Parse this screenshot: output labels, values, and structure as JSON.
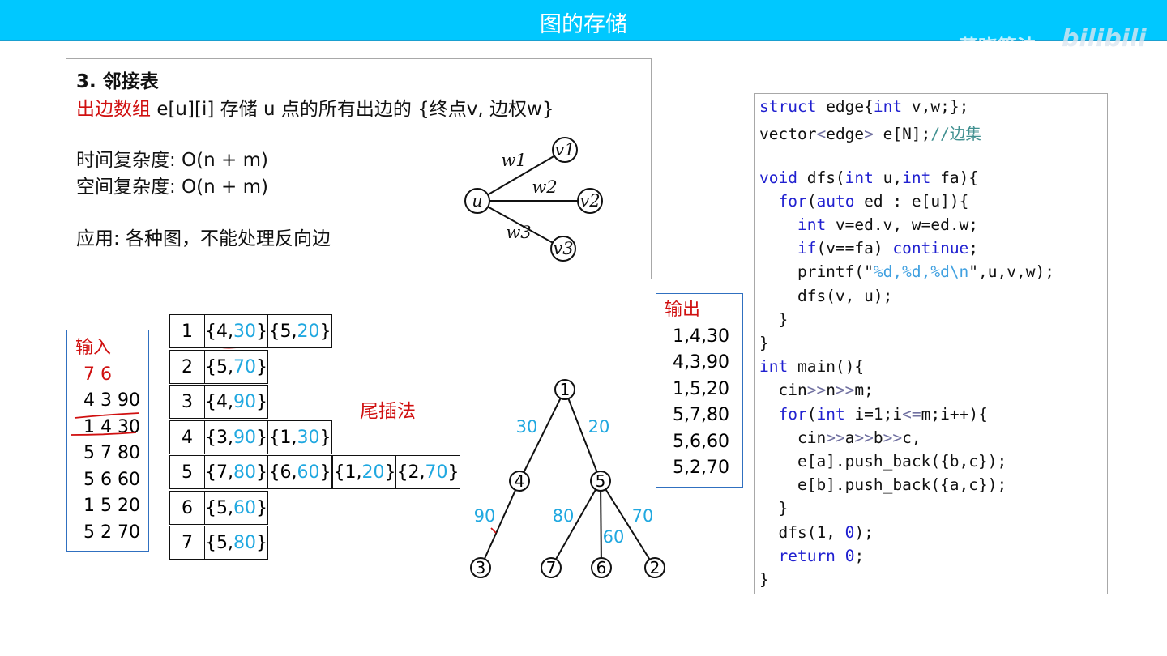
{
  "header": {
    "title": "图的存储",
    "watermark": "董晓算法",
    "logo": "bilibili"
  },
  "top": {
    "heading": "3. 邻接表",
    "line1_red": "出边数组",
    "line1_rest": "e[u][i] 存储 u 点的所有出边的 {终点v, 边权w}",
    "time": "时间复杂度:  O(n + m)",
    "space": "空间复杂度:  O(n + m)",
    "app": "应用: 各种图，不能处理反向边",
    "diagram": {
      "u": "u",
      "v1": "v1",
      "v2": "v2",
      "v3": "v3",
      "w1": "w1",
      "w2": "w2",
      "w3": "w3"
    }
  },
  "input": {
    "title": "输入",
    "lines": [
      "7 6",
      "4 3 90",
      "1 4 30",
      "5 7 80",
      "5 6 60",
      "1 5 20",
      "5 2 70"
    ]
  },
  "output": {
    "title": "输出",
    "lines": [
      "1,4,30",
      "4,3,90",
      "1,5,20",
      "5,7,80",
      "5,6,60",
      "5,2,70"
    ]
  },
  "method": "尾插法",
  "table": [
    {
      "u": "1",
      "edges": [
        [
          "4",
          "30"
        ],
        [
          "5",
          "20"
        ]
      ]
    },
    {
      "u": "2",
      "edges": [
        [
          "5",
          "70"
        ]
      ]
    },
    {
      "u": "3",
      "edges": [
        [
          "4",
          "90"
        ]
      ]
    },
    {
      "u": "4",
      "edges": [
        [
          "3",
          "90"
        ],
        [
          "1",
          "30"
        ]
      ]
    },
    {
      "u": "5",
      "edges": [
        [
          "7",
          "80"
        ],
        [
          "6",
          "60"
        ],
        [
          "1",
          "20"
        ],
        [
          "2",
          "70"
        ]
      ]
    },
    {
      "u": "6",
      "edges": [
        [
          "5",
          "60"
        ]
      ]
    },
    {
      "u": "7",
      "edges": [
        [
          "5",
          "80"
        ]
      ]
    }
  ],
  "tree": {
    "nodes": [
      "1",
      "4",
      "5",
      "3",
      "7",
      "6",
      "2"
    ],
    "weights": [
      "30",
      "20",
      "90",
      "80",
      "60",
      "70"
    ]
  },
  "code": [
    [
      [
        "struct",
        "kw"
      ],
      [
        " edge{",
        ""
      ],
      [
        "int",
        "kw"
      ],
      [
        " v,w;};",
        ""
      ]
    ],
    [
      [
        "vector",
        ""
      ],
      [
        "<",
        "op"
      ],
      [
        "edge",
        ""
      ],
      [
        ">",
        "op"
      ],
      [
        " e[N];",
        ""
      ],
      [
        "//边集",
        "cm"
      ]
    ],
    [],
    [
      [
        "void",
        "kw"
      ],
      [
        " dfs(",
        ""
      ],
      [
        "int",
        "kw"
      ],
      [
        " u,",
        ""
      ],
      [
        "int",
        "kw"
      ],
      [
        " fa){",
        ""
      ]
    ],
    [
      [
        "  ",
        ""
      ],
      [
        "for",
        "kw"
      ],
      [
        "(",
        ""
      ],
      [
        "auto",
        "kw"
      ],
      [
        " ed : e[u]){",
        ""
      ]
    ],
    [
      [
        "    ",
        ""
      ],
      [
        "int",
        "kw"
      ],
      [
        " v=ed.v, w=ed.w;",
        ""
      ]
    ],
    [
      [
        "    ",
        ""
      ],
      [
        "if",
        "kw"
      ],
      [
        "(v==fa) ",
        ""
      ],
      [
        "continue",
        "kw"
      ],
      [
        ";",
        ""
      ]
    ],
    [
      [
        "    printf(\"",
        ""
      ],
      [
        "%d,%d,%d\\n",
        "str"
      ],
      [
        "\",u,v,w);",
        ""
      ]
    ],
    [
      [
        "    dfs(v, u);",
        ""
      ]
    ],
    [
      [
        "  }",
        ""
      ]
    ],
    [
      [
        "}",
        ""
      ]
    ],
    [
      [
        "int",
        "kw"
      ],
      [
        " main(){",
        ""
      ]
    ],
    [
      [
        "  cin",
        ""
      ],
      [
        ">>",
        "op"
      ],
      [
        "n",
        ""
      ],
      [
        ">>",
        "op"
      ],
      [
        "m;",
        ""
      ]
    ],
    [
      [
        "  ",
        ""
      ],
      [
        "for",
        "kw"
      ],
      [
        "(",
        ""
      ],
      [
        "int",
        "kw"
      ],
      [
        " i=1;i",
        ""
      ],
      [
        "<=",
        "op"
      ],
      [
        "m;i++){",
        ""
      ]
    ],
    [
      [
        "    cin",
        ""
      ],
      [
        ">>",
        "op"
      ],
      [
        "a",
        ""
      ],
      [
        ">>",
        "op"
      ],
      [
        "b",
        ""
      ],
      [
        ">>",
        "op"
      ],
      [
        "c,",
        ""
      ]
    ],
    [
      [
        "    e[a].push_back({b,c});",
        ""
      ]
    ],
    [
      [
        "    e[b].push_back({a,c});",
        ""
      ]
    ],
    [
      [
        "  }",
        ""
      ]
    ],
    [
      [
        "  dfs(1, ",
        ""
      ],
      [
        "0",
        "kw"
      ],
      [
        ");",
        ""
      ]
    ],
    [
      [
        "  ",
        ""
      ],
      [
        "return",
        "kw"
      ],
      [
        " ",
        ""
      ],
      [
        "0",
        "kw"
      ],
      [
        ";",
        ""
      ]
    ],
    [
      [
        "}",
        ""
      ]
    ]
  ]
}
